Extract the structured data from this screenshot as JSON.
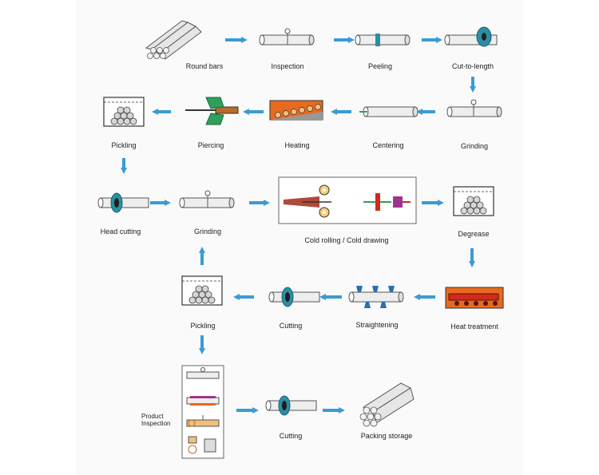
{
  "colors": {
    "arrow": "#3b9bd3",
    "pipe_fill": "#eeeeee",
    "pipe_stroke": "#555555",
    "blade": "#2a8fa3",
    "heat_orange": "#e86a1e",
    "heat_red": "#d22a1a",
    "green": "#2ea05a",
    "purple": "#a0338a"
  },
  "steps": {
    "round_bars": "Round bars",
    "inspection_1": "Inspection",
    "peeling": "Peeling",
    "cut_to_length": "Cut-to-length",
    "grinding_1": "Grinding",
    "centering": "Centering",
    "heating": "Heating",
    "piercing": "Piercing",
    "pickling_1": "Pickling",
    "head_cutting": "Head cutting",
    "grinding_2": "Grinding",
    "cold_rolling": "Cold rolling / Cold drawing",
    "degrease": "Degrease",
    "heat_treatment": "Heat treatment",
    "straightening": "Straightening",
    "cutting_1": "Cutting",
    "pickling_2": "Pickling",
    "product_inspection_line1": "Product",
    "product_inspection_line2": "Inspection",
    "cutting_2": "Cutting",
    "packing_storage": "Packing storage"
  }
}
